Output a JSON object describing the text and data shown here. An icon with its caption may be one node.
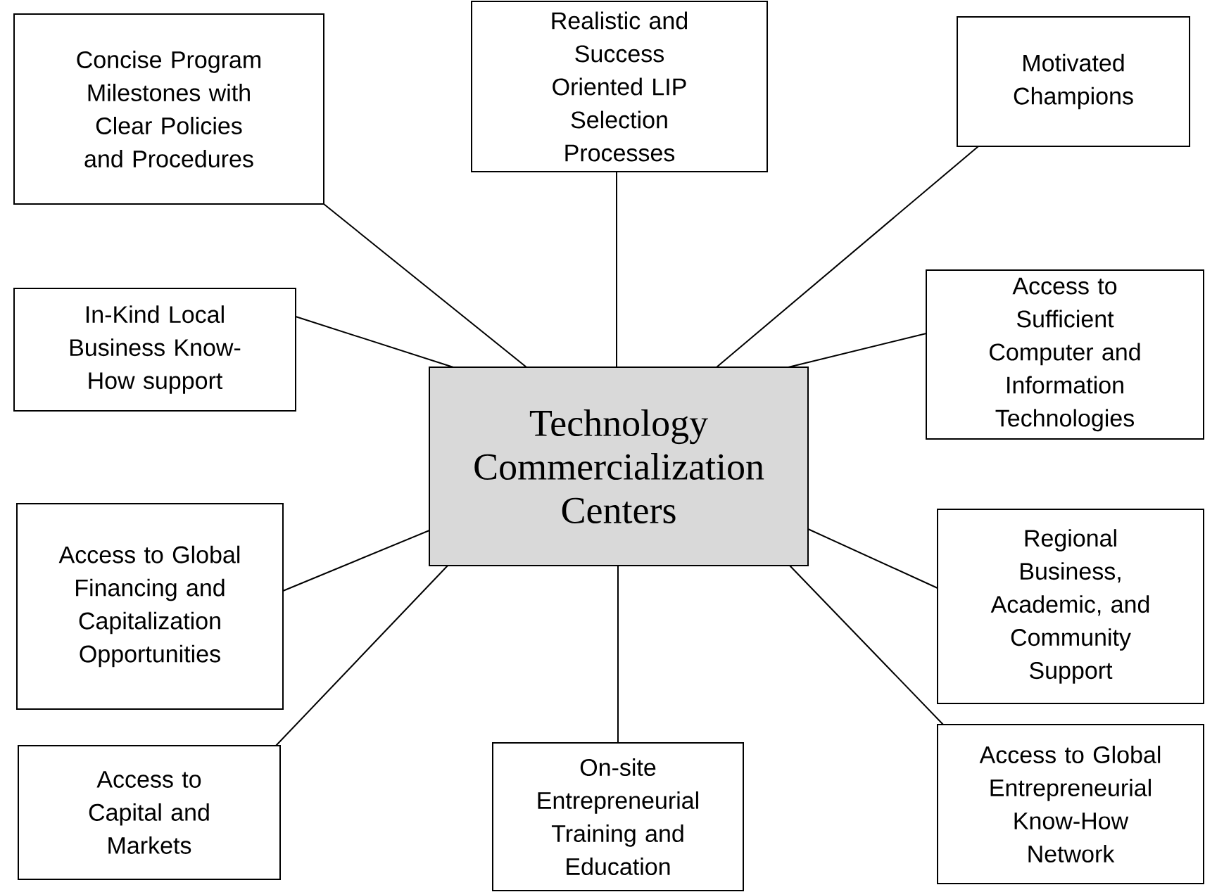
{
  "diagram": {
    "nodes": [
      {
        "text": [
          "Technology Commercialization Centers"
        ]
      },
      {
        "text": [
          "Concise Program Milestones with Clear Policies and Procedures"
        ]
      },
      {
        "text": [
          "Realistic and Success Oriented LIP Selection Processes"
        ]
      },
      {
        "text": [
          "Motivated Champions"
        ]
      },
      {
        "text": [
          "In-Kind Local Business Know-How support"
        ]
      },
      {
        "text": [
          "Access to Sufficient Computer and Information Technologies"
        ]
      },
      {
        "text": [
          "Access to Global Financing and Capitalization Opportunities"
        ]
      },
      {
        "text": [
          "Regional Business, Academic, and Community Support"
        ]
      },
      {
        "text": [
          "Access to Capital and Markets"
        ]
      },
      {
        "text": [
          "On-site Entrepreneurial Training and Education"
        ]
      },
      {
        "text": [
          "Access to Global Entrepreneurial Know-How Network"
        ]
      }
    ],
    "edges": [
      {
        "from": 0,
        "to": 1,
        "arrow": "none"
      },
      {
        "from": 0,
        "to": 2,
        "arrow": "none"
      },
      {
        "from": 0,
        "to": 3,
        "arrow": "none"
      },
      {
        "from": 0,
        "to": 4,
        "arrow": "none"
      },
      {
        "from": 0,
        "to": 5,
        "arrow": "none"
      },
      {
        "from": 0,
        "to": 6,
        "arrow": "none"
      },
      {
        "from": 0,
        "to": 7,
        "arrow": "none"
      },
      {
        "from": 0,
        "to": 8,
        "arrow": "none"
      },
      {
        "from": 0,
        "to": 9,
        "arrow": "none"
      },
      {
        "from": 0,
        "to": 10,
        "arrow": "none"
      }
    ]
  }
}
